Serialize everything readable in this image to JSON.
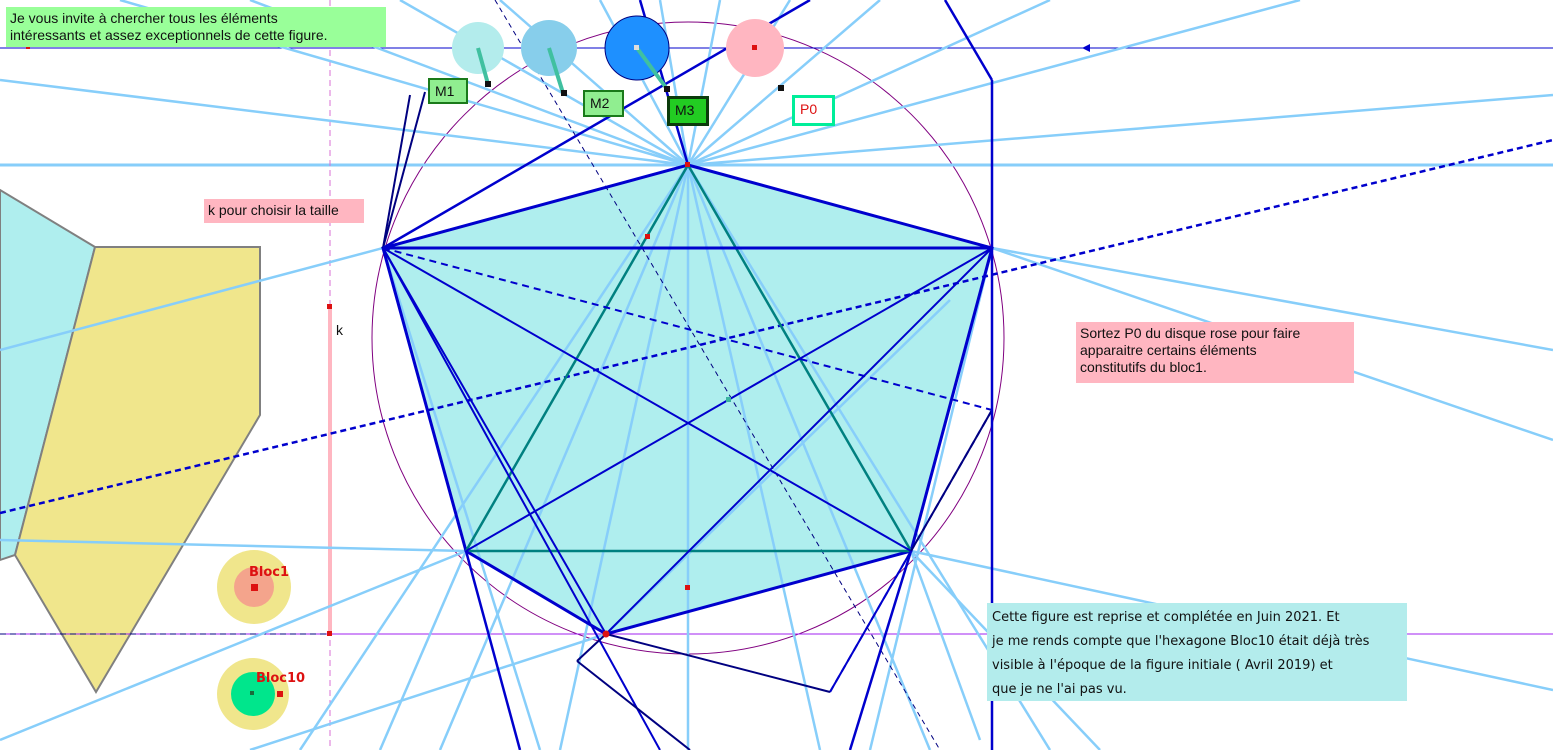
{
  "notes": {
    "invite": "Je vous invite à chercher tous les éléments\nintéressants et assez exceptionnels de cette figure.",
    "size_hint": "k pour choisir la taille",
    "p0_hint": "Sortez P0 du disque rose pour faire\napparaitre certains éléments\nconstitutifs du bloc1.",
    "history": "Cette figure est reprise et complétée en Juin 2021. Et\nje me rends compte que l'hexagone Bloc10 était déjà très\n visible à l'époque de la figure initiale ( Avril 2019) et\nque je ne l'ai pas vu."
  },
  "points": {
    "m1": "M1",
    "m2": "M2",
    "m3": "M3",
    "p0": "P0",
    "k": "k",
    "bloc1": "Bloc1",
    "bloc10": "Bloc10"
  },
  "colors": {
    "light_blue_lines": "#87cefa",
    "dark_blue": "#0000cd",
    "navy": "#000080",
    "teal": "#008080",
    "pentagon_fill": "#afeeee",
    "yellow_shape": "#f0e68c",
    "pink_disk": "#ffb6c1",
    "green_disk": "#00e68c",
    "note_green": "#99ff99",
    "note_pink": "#ffb6c1",
    "note_cyan": "#b3ecec"
  }
}
